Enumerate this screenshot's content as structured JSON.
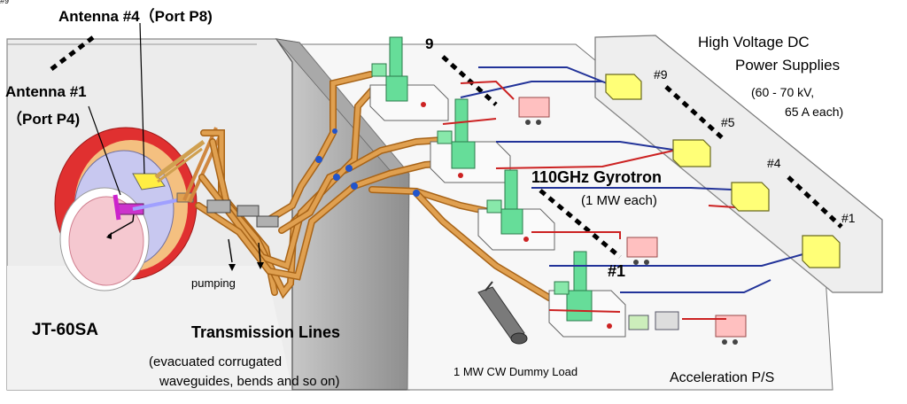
{
  "corner_mark": "#9",
  "labels": {
    "antenna4": "Antenna #4（Port P8)",
    "antenna1": "Antenna #1",
    "antenna1_port": "（Port P4)",
    "jt60sa": "JT-60SA",
    "pumping": "pumping",
    "transmission_lines": "Transmission Lines",
    "tl_note_1": "(evacuated corrugated",
    "tl_note_2": "waveguides, bends and so on)",
    "gyrotron": "110GHz Gyrotron",
    "gyrotron_note": "(1 MW each)",
    "gyrotron_no9": "9",
    "gyrotron_no1": "#1",
    "hv_title_1": "High Voltage DC",
    "hv_title_2": "Power Supplies",
    "hv_note_1": "(60 - 70 kV,",
    "hv_note_2": "65 A each)",
    "ps_no9": "#9",
    "ps_no5": "#5",
    "ps_no4": "#4",
    "ps_no1": "#1",
    "dummy_load": "1 MW CW Dummy Load",
    "accel_ps": "Acceleration P/S"
  },
  "colors": {
    "waveguide": "#e0a050",
    "waveguide_edge": "#a86418",
    "gyrotron": "#66dd99",
    "hv_box": "#ffff77",
    "dummy_load_box": "#ffc0c0",
    "cable_red": "#cc2222",
    "cable_blue": "#223399",
    "torus_outer": "#e03030",
    "torus_inner": "#f4c080",
    "plasma_window": "#c8c8f0",
    "plasma": "#f5c8d0",
    "wall": "#e6e6e6"
  }
}
